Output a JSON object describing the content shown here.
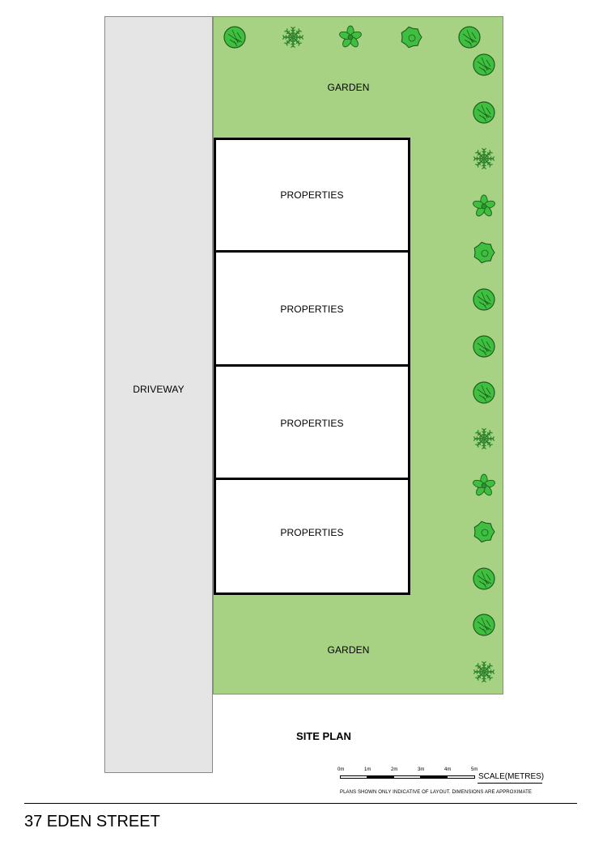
{
  "labels": {
    "driveway": "DRIVEWAY",
    "garden_top": "GARDEN",
    "garden_bottom": "GARDEN",
    "properties": [
      "PROPERTIES",
      "PROPERTIES",
      "PROPERTIES",
      "PROPERTIES"
    ],
    "site_plan": "SITE PLAN",
    "street": "37 EDEN STREET"
  },
  "scale": {
    "ticks": [
      "0m",
      "1m",
      "2m",
      "3m",
      "4m",
      "5m"
    ],
    "title": "SCALE(METRES)",
    "note": "PLANS SHOWN ONLY INDICATIVE OF LAYOUT. DIMENSIONS ARE APPROXIMATE"
  },
  "colors": {
    "garden": "#a8d283",
    "driveway": "#e5e5e5",
    "tree_fill": "#3fbf3f",
    "tree_outline": "#1f5c1f",
    "tree_dark": "#2f8f2f"
  },
  "icons": {
    "trees_top_row": [
      "round-tree-icon",
      "fern-tree-icon",
      "star-tree-icon",
      "bush-tree-icon",
      "round-tree-icon"
    ],
    "trees_right_column": [
      "round-tree-icon",
      "round-tree-icon",
      "fern-tree-icon",
      "star-tree-icon",
      "bush-tree-icon",
      "round-tree-icon",
      "round-tree-icon",
      "round-tree-icon",
      "fern-tree-icon",
      "star-tree-icon",
      "bush-tree-icon",
      "round-tree-icon",
      "round-tree-icon",
      "fern-tree-icon"
    ]
  }
}
